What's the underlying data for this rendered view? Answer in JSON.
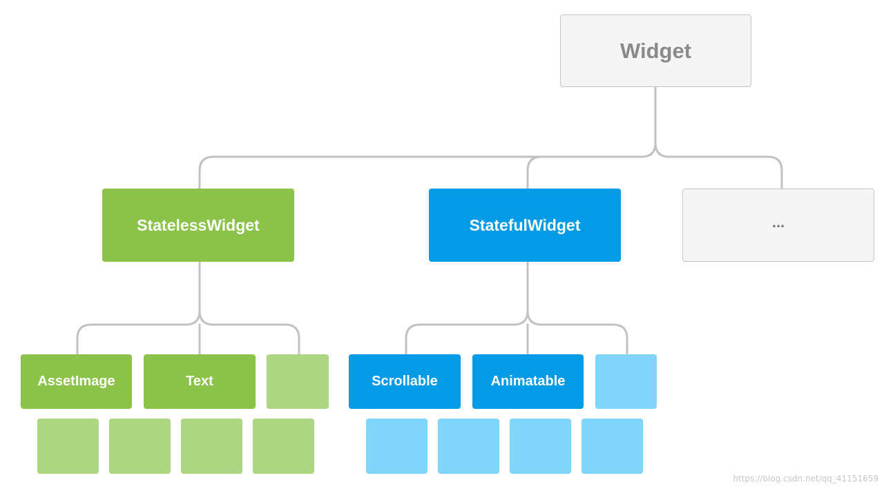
{
  "diagram": {
    "root": {
      "label": "Widget"
    },
    "children": [
      {
        "label": "StatelessWidget"
      },
      {
        "label": "StatefulWidget"
      },
      {
        "label": "..."
      }
    ],
    "stateless_children": [
      {
        "label": "AssetImage"
      },
      {
        "label": "Text"
      },
      {
        "label": ""
      }
    ],
    "stateful_children": [
      {
        "label": "Scrollable"
      },
      {
        "label": "Animatable"
      },
      {
        "label": ""
      }
    ]
  },
  "colors": {
    "green": "#8bc34a",
    "green_light": "#aed581",
    "blue": "#039be5",
    "blue_light": "#81d4fa",
    "gray_fill": "#f5f5f5",
    "gray_border": "#c4c4c4",
    "connector": "#c2c2c2"
  },
  "watermark": "https://blog.csdn.net/qq_41151659"
}
